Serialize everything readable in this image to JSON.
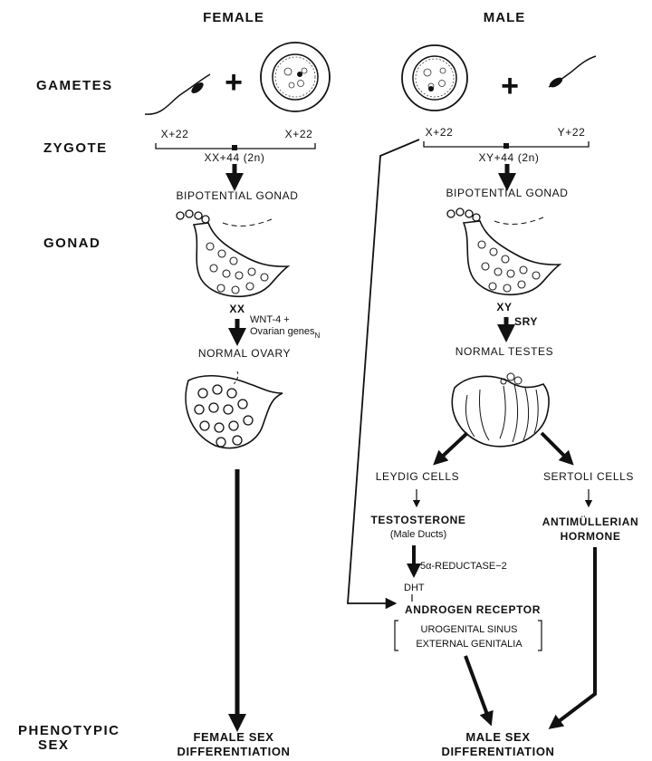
{
  "headers": {
    "female": "FEMALE",
    "male": "MALE"
  },
  "row_labels": {
    "gametes": "GAMETES",
    "zygote": "ZYGOTE",
    "gonad": "GONAD",
    "phenotypic_line1": "PHENOTYPIC",
    "phenotypic_line2": "SEX"
  },
  "female": {
    "plus": "+",
    "chrom_left": "X+22",
    "chrom_right": "X+22",
    "karyotype": "XX+44 (2n)",
    "bipotential": "BIPOTENTIAL GONAD",
    "xx": "XX",
    "genes_line1": "WNT-4 +",
    "genes_line2": "Ovarian genes",
    "genes_sub": "N",
    "normal_ovary": "NORMAL OVARY",
    "outcome_line1": "FEMALE SEX",
    "outcome_line2": "DIFFERENTIATION"
  },
  "male": {
    "plus": "+",
    "chrom_left": "X+22",
    "chrom_right": "Y+22",
    "karyotype": "XY+44 (2n)",
    "bipotential": "BIPOTENTIAL GONAD",
    "xy": "XY",
    "sry": "SRY",
    "normal_testes": "NORMAL TESTES",
    "leydig": "LEYDIG CELLS",
    "sertoli": "SERTOLI CELLS",
    "testosterone": "TESTOSTERONE",
    "male_ducts": "(Male Ducts)",
    "antimullerian_line1": "ANTIMÜLLERIAN",
    "antimullerian_line2": "HORMONE",
    "reductase": "5α-REDUCTASE−2",
    "dht": "DHT",
    "androgen_receptor": "ANDROGEN RECEPTOR",
    "urogenital": "UROGENITAL SINUS",
    "external": "EXTERNAL GENITALIA",
    "outcome_line1": "MALE SEX",
    "outcome_line2": "DIFFERENTIATION"
  }
}
